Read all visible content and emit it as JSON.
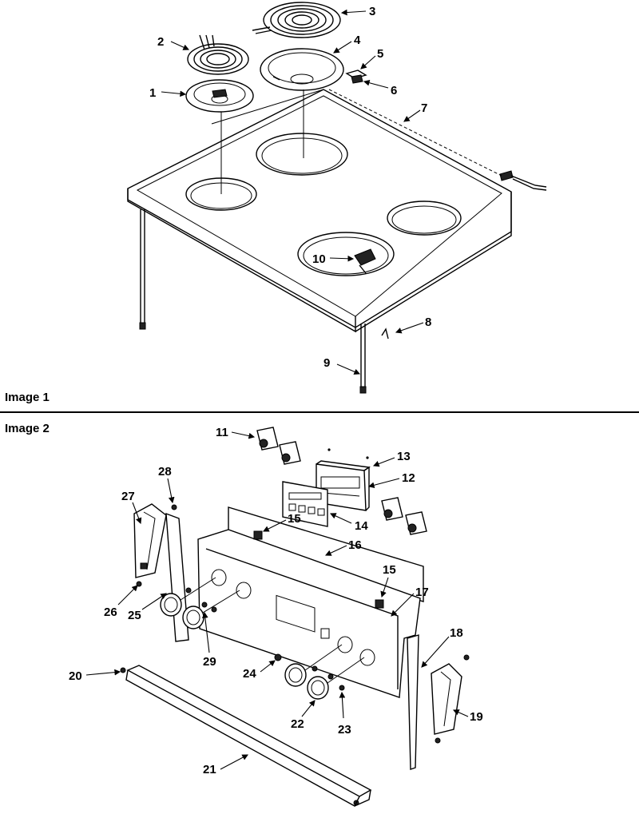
{
  "panels": [
    {
      "label": "Image 1"
    },
    {
      "label": "Image 2"
    }
  ],
  "callouts_top": [
    "1",
    "2",
    "3",
    "4",
    "5",
    "6",
    "7",
    "8",
    "9",
    "10"
  ],
  "callouts_bottom": [
    "11",
    "12",
    "13",
    "14",
    "15",
    "15",
    "16",
    "17",
    "18",
    "19",
    "20",
    "21",
    "22",
    "23",
    "24",
    "25",
    "26",
    "27",
    "28",
    "29"
  ]
}
